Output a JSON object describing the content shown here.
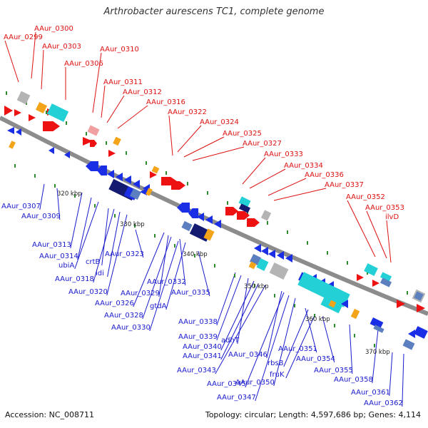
{
  "title": "Arthrobacter aurescens TC1, complete genome",
  "footer": {
    "accession": "Accession: NC_008711",
    "summary": "Topology: circular; Length: 4,597,686 bp; Genes: 4,114"
  },
  "colors": {
    "forward_label": "#dd1111",
    "reverse_label": "#1a1acc",
    "backbone": "#8c8c8c",
    "tick": "#2e8b2e",
    "gene_red": "#ee1111",
    "gene_blue": "#1a2ee6",
    "gene_navy": "#141a70",
    "gene_cyan": "#22d0d6",
    "gene_orange": "#f4a418",
    "gene_grey": "#b4b4b4",
    "gene_pink": "#f0a0a0",
    "gene_steel": "#5c7fbf"
  },
  "scale_labels": [
    "320 kbp",
    "330 kbp",
    "340 kbp",
    "350 kbp",
    "360 kbp",
    "370 kbp"
  ],
  "forward_genes": [
    "AAur_0299",
    "AAur_0300",
    "AAur_0303",
    "AAur_0306",
    "AAur_0310",
    "AAur_0311",
    "AAur_0312",
    "AAur_0316",
    "AAur_0322",
    "AAur_0324",
    "AAur_0325",
    "AAur_0327",
    "AAur_0333",
    "AAur_0334",
    "AAur_0336",
    "AAur_0337",
    "AAur_0352",
    "AAur_0353",
    "ilvD"
  ],
  "reverse_genes": [
    "AAur_0307",
    "AAur_0309",
    "AAur_0313",
    "AAur_0314",
    "ubiA",
    "crtB",
    "AAur_0318",
    "idi",
    "AAur_0320",
    "AAur_0323",
    "AAur_0329",
    "AAur_0332",
    "AAur_0326",
    "AAur_0335",
    "gtdA",
    "AAur_0328",
    "AAur_0330",
    "AAur_0338",
    "AAur_0339",
    "adhT",
    "AAur_0340",
    "AAur_0341",
    "AAur_0346",
    "AAur_0343",
    "AAur_0351",
    "rbsB",
    "AAur_0354",
    "fruK",
    "AAur_0355",
    "AAur_0345",
    "AAur_0350",
    "AAur_0358",
    "AAur_0347",
    "AAur_0361",
    "AAur_0362"
  ]
}
